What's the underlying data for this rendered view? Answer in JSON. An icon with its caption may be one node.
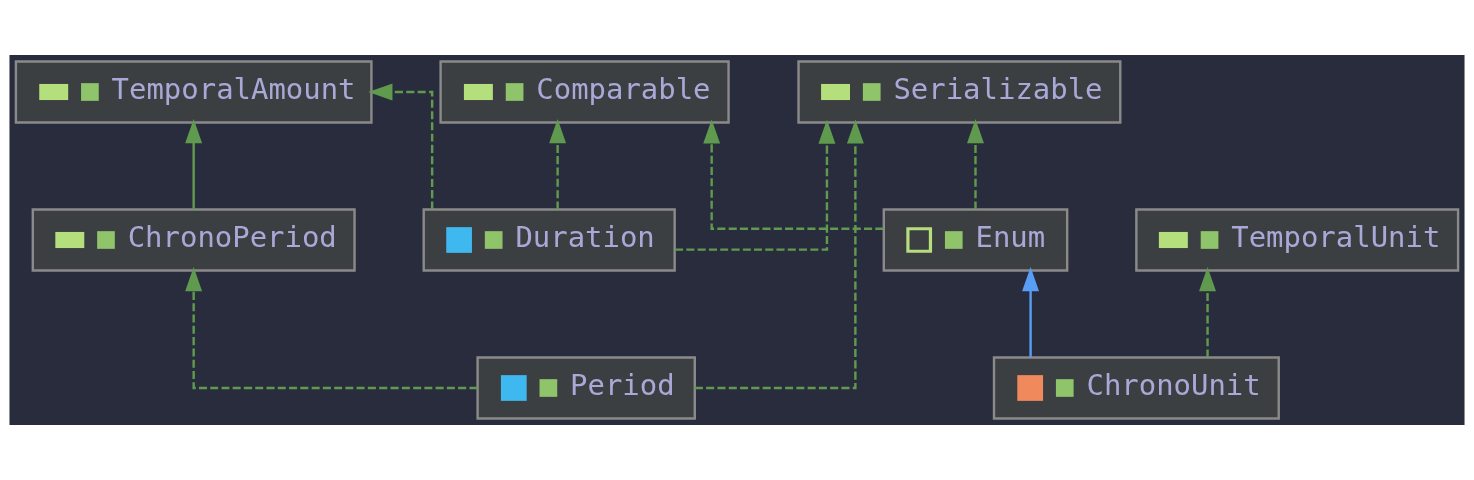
{
  "diagram": {
    "nodes": [
      {
        "text": [
          "TemporalAmount"
        ]
      },
      {
        "text": [
          "Comparable"
        ]
      },
      {
        "text": [
          "Serializable"
        ]
      },
      {
        "text": [
          "ChronoPeriod"
        ]
      },
      {
        "text": [
          "Duration"
        ]
      },
      {
        "text": [
          "Enum"
        ]
      },
      {
        "text": [
          "TemporalUnit"
        ]
      },
      {
        "text": [
          "Period"
        ]
      },
      {
        "text": [
          "ChronoUnit"
        ]
      }
    ],
    "edges": [
      {
        "from": 3,
        "to": 0,
        "arrow": "to"
      },
      {
        "from": 4,
        "to": 0,
        "arrow": "to",
        "style": "dashed"
      },
      {
        "from": 4,
        "to": 1,
        "arrow": "to",
        "style": "dashed"
      },
      {
        "from": 4,
        "to": 2,
        "arrow": "to",
        "style": "dashed"
      },
      {
        "from": 5,
        "to": 1,
        "arrow": "to",
        "style": "dashed"
      },
      {
        "from": 5,
        "to": 2,
        "arrow": "to",
        "style": "dashed"
      },
      {
        "from": 7,
        "to": 3,
        "arrow": "to",
        "style": "dashed"
      },
      {
        "from": 7,
        "to": 2,
        "arrow": "to",
        "style": "dashed"
      },
      {
        "from": 8,
        "to": 5,
        "arrow": "to",
        "color": "#589df6"
      },
      {
        "from": 8,
        "to": 6,
        "arrow": "to",
        "style": "dashed"
      }
    ]
  }
}
